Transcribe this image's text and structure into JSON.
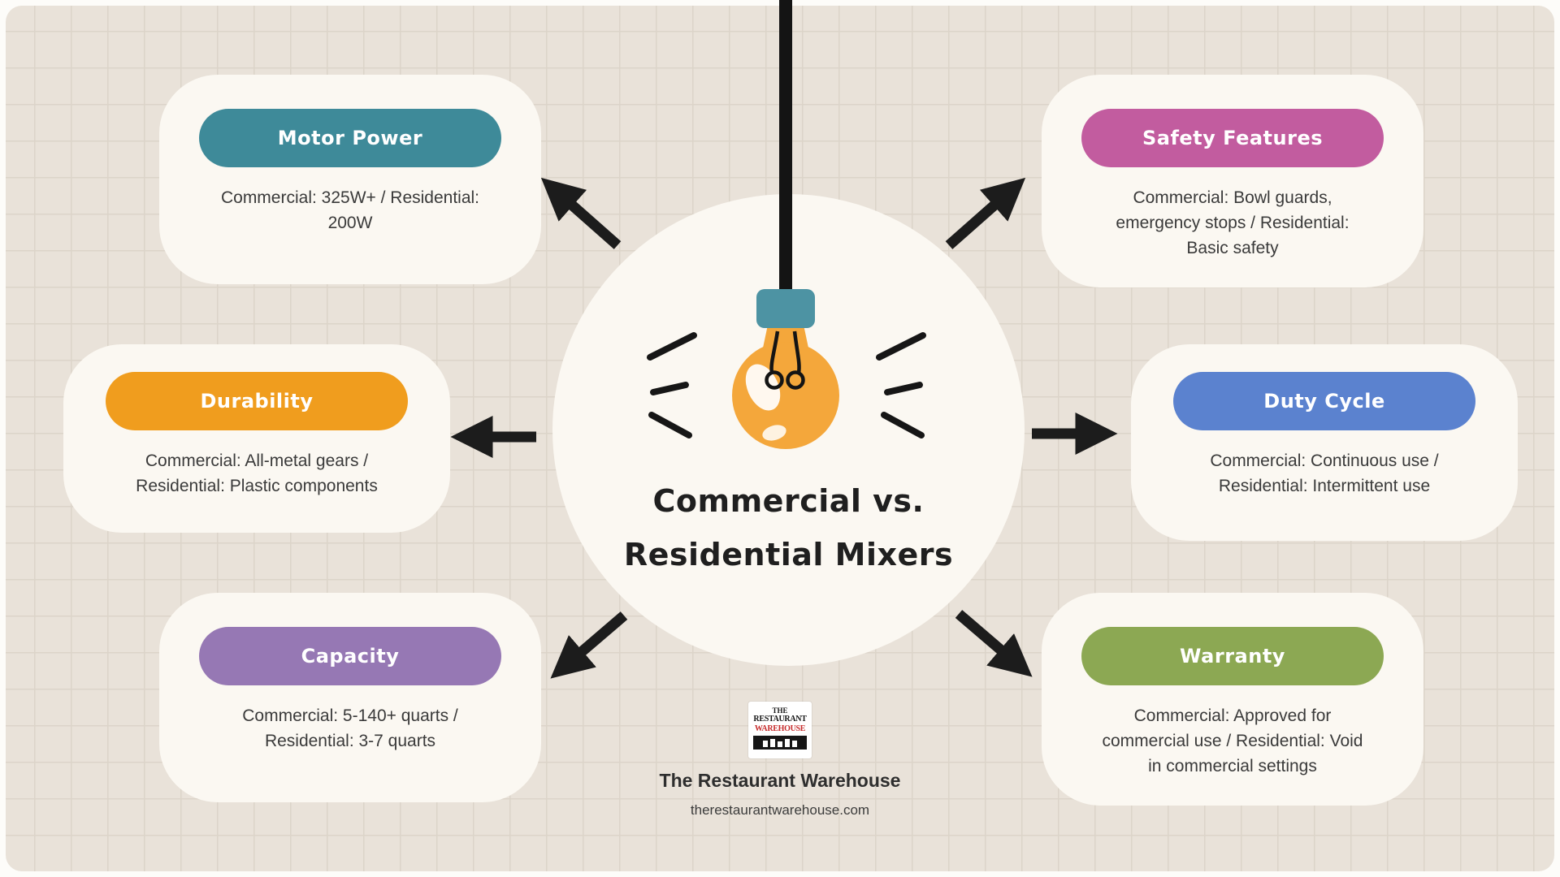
{
  "page": {
    "background_color": "#e9e2d9",
    "grid_line_color": "#dcd4c9",
    "card_background": "#fbf8f2",
    "arrow_color": "#1c1c1c"
  },
  "center": {
    "title_line1": "Commercial vs.",
    "title_line2": "Residential Mixers",
    "bulb": {
      "cord_color": "#141414",
      "socket_color": "#4d93a3",
      "glass_color": "#f4a73b"
    }
  },
  "cards": [
    {
      "key": "motor-power",
      "label": "Motor Power",
      "pill_color": "#3e8a99",
      "description": "Commercial: 325W+ / Residential: 200W"
    },
    {
      "key": "safety-features",
      "label": "Safety Features",
      "pill_color": "#c25c9f",
      "description": "Commercial: Bowl guards, emergency stops / Residential: Basic safety"
    },
    {
      "key": "durability",
      "label": "Durability",
      "pill_color": "#f09d1e",
      "description": "Commercial: All-metal gears / Residential: Plastic components"
    },
    {
      "key": "duty-cycle",
      "label": "Duty Cycle",
      "pill_color": "#5b82cf",
      "description": "Commercial: Continuous use / Residential: Intermittent use"
    },
    {
      "key": "capacity",
      "label": "Capacity",
      "pill_color": "#9678b4",
      "description": "Commercial: 5-140+ quarts / Residential: 3-7 quarts"
    },
    {
      "key": "warranty",
      "label": "Warranty",
      "pill_color": "#8ca853",
      "description": "Commercial: Approved for commercial use / Residential: Void in commercial settings"
    }
  ],
  "footer": {
    "logo": {
      "line1": "THE",
      "line2": "RESTAURANT",
      "line3": "WAREHOUSE",
      "accent_color": "#c62a2a"
    },
    "brand": "The Restaurant Warehouse",
    "website": "therestaurantwarehouse.com"
  }
}
